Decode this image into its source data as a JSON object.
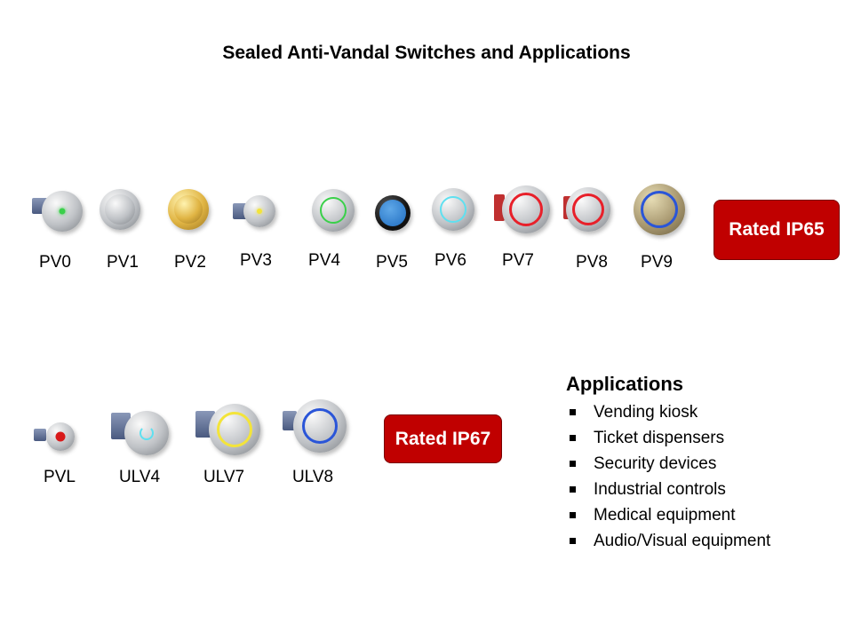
{
  "title": "Sealed Anti-Vandal Switches and Applications",
  "ip65_switches": [
    "PV0",
    "PV1",
    "PV2",
    "PV3",
    "PV4",
    "PV5",
    "PV6",
    "PV7",
    "PV8",
    "PV9"
  ],
  "ip67_switches": [
    "PVL",
    "ULV4",
    "ULV7",
    "ULV8"
  ],
  "badge_ip65": "Rated IP65",
  "badge_ip67": "Rated IP67",
  "applications": {
    "heading": "Applications",
    "items": [
      "Vending kiosk",
      "Ticket dispensers",
      "Security devices",
      "Industrial controls",
      "Medical equipment",
      "Audio/Visual equipment"
    ]
  },
  "colors": {
    "badge": "#c00000",
    "green": "#3ad04a",
    "yellow": "#f3e43a",
    "cyan": "#5fe0f0",
    "red": "#e8202a",
    "blue": "#2a55d8"
  }
}
